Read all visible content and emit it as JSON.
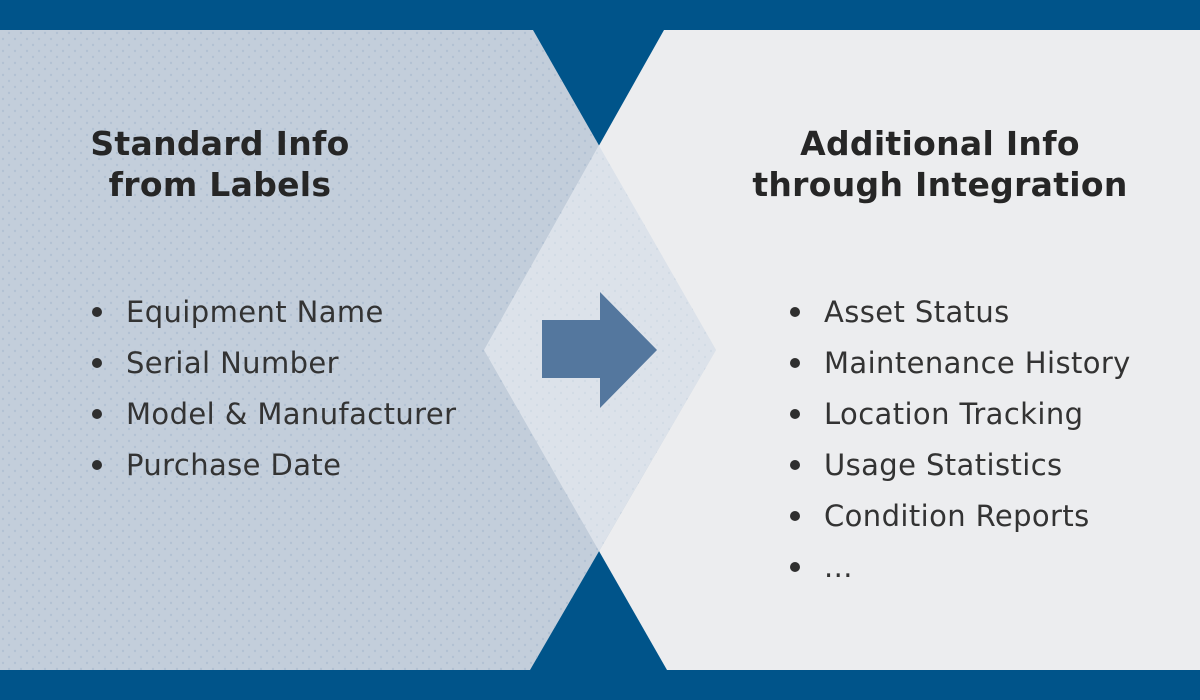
{
  "colors": {
    "background-blue": "#00548A",
    "left-panel": "#C3CEDB",
    "right-panel": "#ECEDEF",
    "overlap-diamond": "#DCE3EA",
    "arrow": "#54779E",
    "title-text": "#262626",
    "body-text": "#333333",
    "dot-texture": "#B2C1D3"
  },
  "icons": {
    "arrow": "right-block-arrow",
    "bullet": "•"
  },
  "left_panel": {
    "title_lines": [
      "Standard Info",
      "from Labels"
    ],
    "items": [
      "Equipment Name",
      "Serial Number",
      "Model & Manufacturer",
      "Purchase Date"
    ]
  },
  "right_panel": {
    "title_lines": [
      "Additional Info",
      "through Integration"
    ],
    "items": [
      "Asset Status",
      "Maintenance History",
      "Location Tracking",
      "Usage Statistics",
      "Condition Reports",
      "..."
    ]
  }
}
